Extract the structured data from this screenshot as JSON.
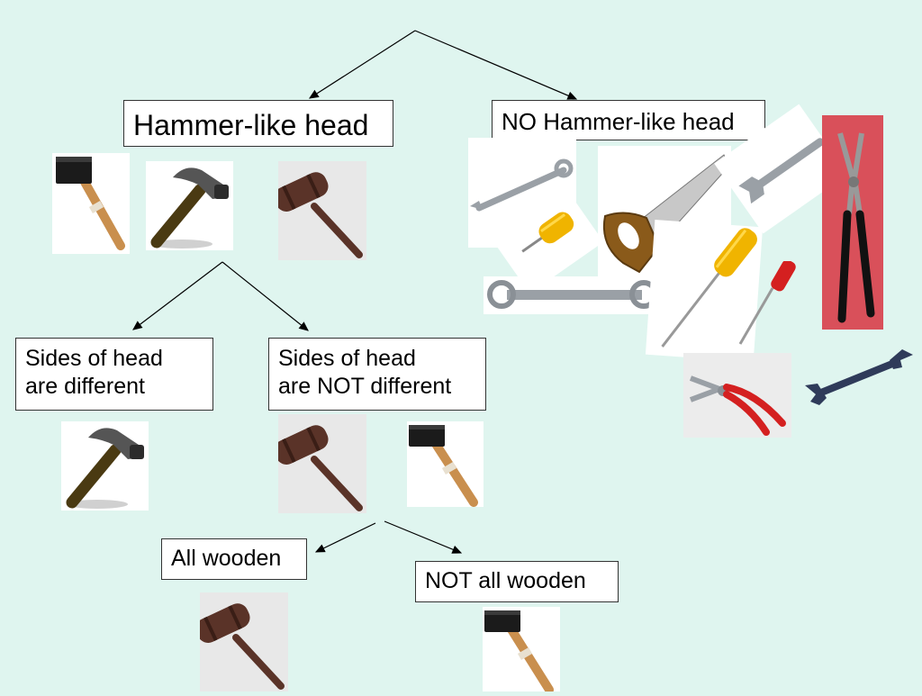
{
  "tree": {
    "level1": {
      "left": "Hammer-like head",
      "right": "NO Hammer-like head"
    },
    "level2": {
      "left": [
        "Sides of head",
        "are different"
      ],
      "right": [
        "Sides of head",
        "are NOT different"
      ]
    },
    "level3": {
      "left": "All wooden",
      "right": "NOT all wooden"
    }
  },
  "tools": {
    "hammer_like": [
      "mallet-icon",
      "claw-hammer-icon",
      "gavel-icon"
    ],
    "no_hammer_like": [
      "combination-wrench-icon",
      "screwdriver-icon",
      "saw-icon",
      "adjustable-wrench-icon",
      "pliers-icon",
      "box-wrench-icon",
      "screwdriver-icon",
      "screwdriver-icon",
      "slip-joint-pliers-icon",
      "open-end-wrench-icon"
    ]
  },
  "colors": {
    "background": "#dff5ef",
    "box_border": "#333333",
    "wood": "#c98f4e",
    "gavel": "#5a3328",
    "metal": "#9aa0a6",
    "yellow_handle": "#f0b400",
    "red_handle": "#d42020"
  }
}
